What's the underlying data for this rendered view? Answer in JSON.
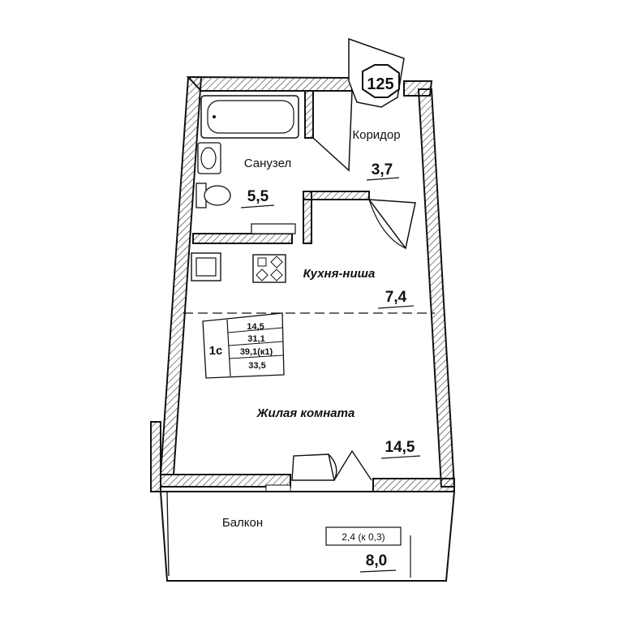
{
  "plan": {
    "apartment_number": "125",
    "rooms": {
      "corridor": {
        "name": "Коридор",
        "area": "3,7"
      },
      "bathroom": {
        "name": "Санузел",
        "area": "5,5"
      },
      "kitchen": {
        "name": "Кухня-ниша",
        "area": "7,4"
      },
      "living": {
        "name": "Жилая комната",
        "area": "14,5"
      },
      "balcony": {
        "name": "Балкон",
        "area": "8,0",
        "balcony_note": "2,4 (к 0,3)"
      }
    },
    "summary_table": {
      "rooms_code": "1с",
      "values": [
        "14,5",
        "31,1",
        "39,1(к1)",
        "33,5"
      ]
    }
  }
}
